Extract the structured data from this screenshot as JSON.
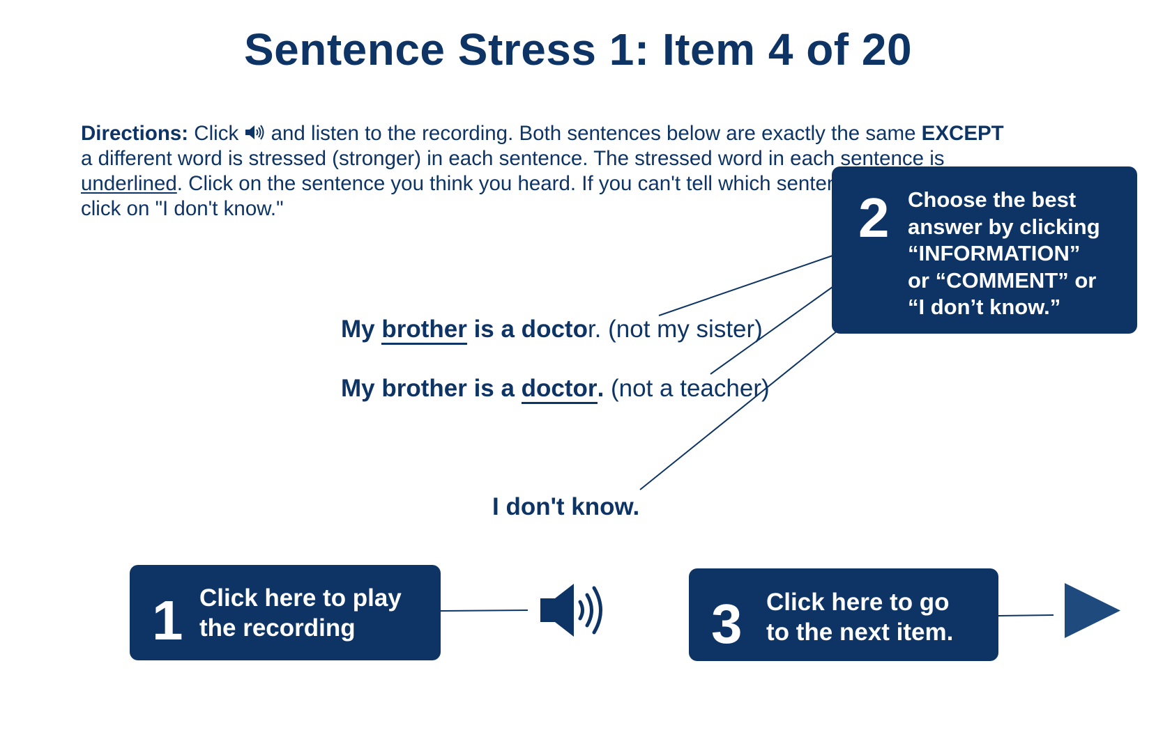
{
  "title": "Sentence Stress 1: Item 4 of 20",
  "directions": {
    "label": "Directions:",
    "part1": " Click ",
    "part2": " and listen to the recording. Both sentences below are exactly the same ",
    "except": "EXCEPT",
    "part3": " a different word is stressed (stronger) in each sentence. The stressed word in each sentence is ",
    "underlined": "underlined",
    "part4": ". Click on the sentence you think you heard. If you can't tell which sentence you heard, then click on \"I don't know.\""
  },
  "options": [
    {
      "pre": "My ",
      "stressed": "brother",
      "post": " is a docto",
      "tail": "r. (not my sister)"
    },
    {
      "pre": "My brother is a ",
      "stressed": "doctor",
      "post": ".",
      "tail": " (not a teacher)"
    },
    {
      "label": "I don't know."
    }
  ],
  "callouts": [
    {
      "number": "1",
      "line1": "Click here to play",
      "line2": "the recording"
    },
    {
      "number": "2",
      "lines": [
        "Choose the best",
        "answer by clicking",
        "“INFORMATION”",
        "or “COMMENT” or",
        "“I don’t know.”"
      ]
    },
    {
      "number": "3",
      "line1": "Click here to go",
      "line2": "to the next item."
    }
  ],
  "icons": {
    "play": "speaker-icon",
    "next": "play-triangle-icon"
  },
  "colors": {
    "navy": "#0d3464",
    "arrow": "#1f4a7d",
    "background": "#ffffff"
  }
}
